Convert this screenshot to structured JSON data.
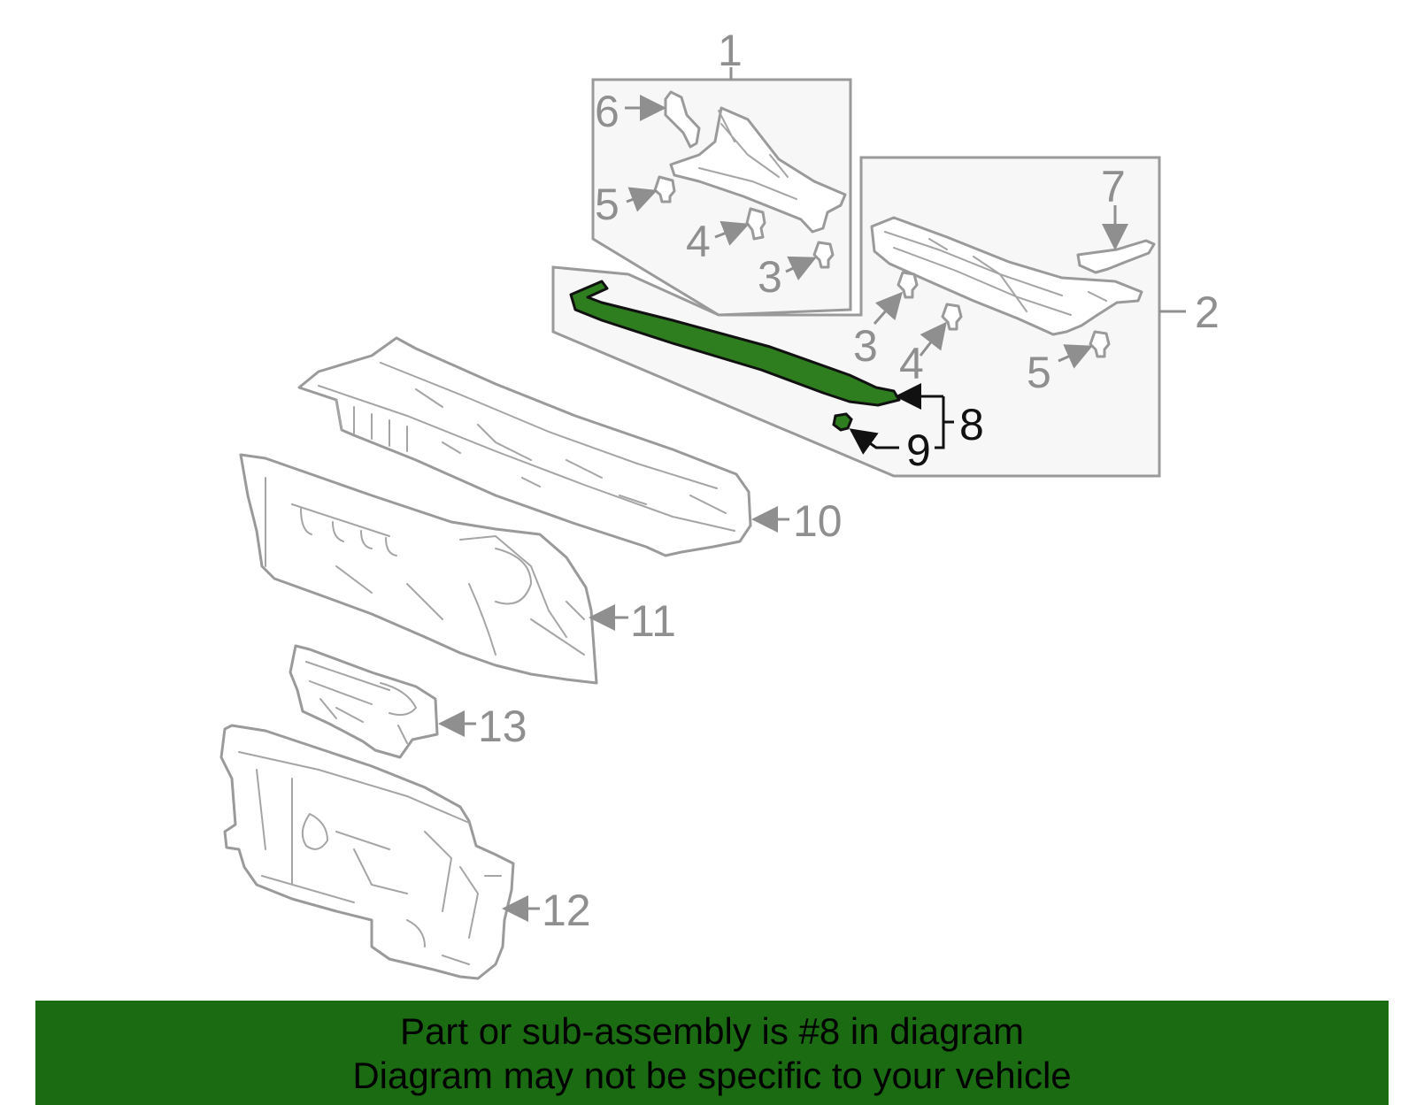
{
  "diagram": {
    "callouts": {
      "c1": "1",
      "c2": "2",
      "c3a": "3",
      "c3b": "3",
      "c4a": "4",
      "c4b": "4",
      "c5a": "5",
      "c5b": "5",
      "c6": "6",
      "c7": "7",
      "c8": "8",
      "c9": "9",
      "c10": "10",
      "c11": "11",
      "c12": "12",
      "c13": "13"
    },
    "highlighted_part": "8",
    "colors": {
      "highlight_fill": "#2e7d1f",
      "line_gray": "#9a9a9a",
      "banner": "#1a6b12"
    }
  },
  "footer": {
    "line1": "Part or sub-assembly is #8 in diagram",
    "line2": "Diagram may not be specific to your vehicle"
  }
}
